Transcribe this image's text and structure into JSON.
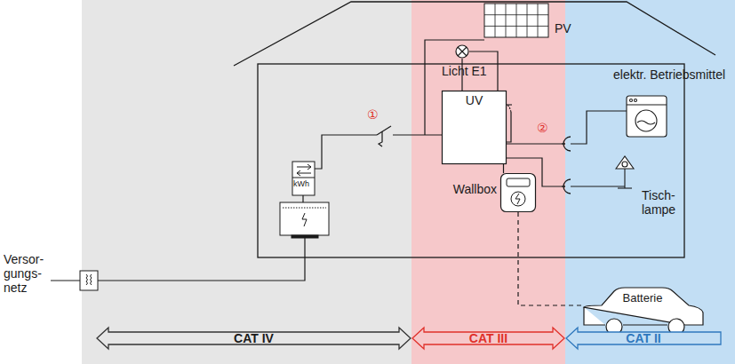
{
  "diagram": {
    "nodes": [
      {
        "text": [
          "UV"
        ]
      },
      {
        "text": [
          "Wallbox"
        ]
      },
      {
        "text": [
          "Batterie"
        ]
      },
      {
        "text": [
          "CAT IV"
        ]
      },
      {
        "text": [
          "CAT III"
        ]
      },
      {
        "text": [
          "CAT II"
        ]
      }
    ],
    "edges": [
      {
        "from": 0,
        "to": 1,
        "arrow": "none"
      },
      {
        "from": 1,
        "to": 2,
        "arrow": "none"
      }
    ],
    "labels": [
      "PV",
      "Licht E1",
      "①",
      "②",
      "elektr. Betriebsmittel",
      "kWh",
      "Tisch- lampe",
      "Versor- gungs- netz"
    ]
  }
}
